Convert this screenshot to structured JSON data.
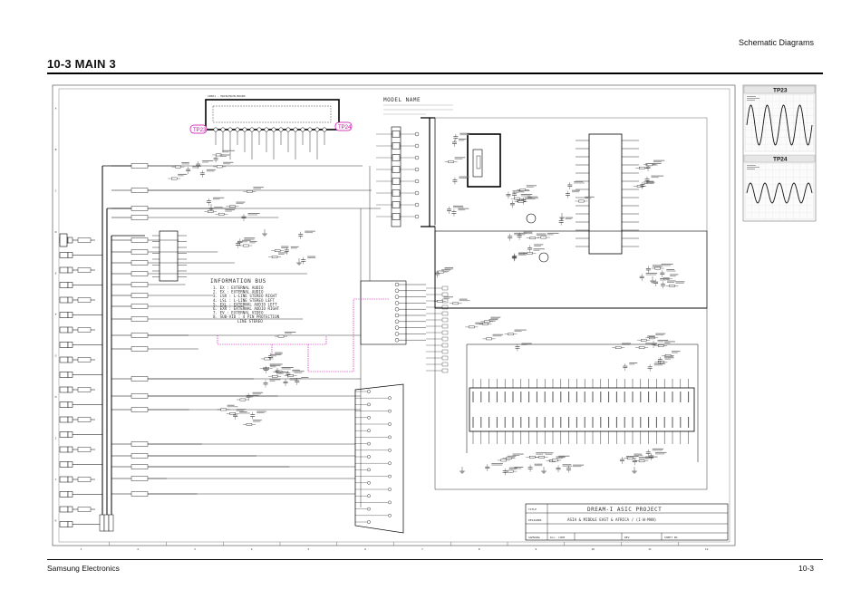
{
  "header": {
    "section_label": "Schematic Diagrams"
  },
  "page": {
    "title": "10-3 MAIN 3"
  },
  "footer": {
    "company": "Samsung Electronics",
    "page_number": "10-3"
  },
  "schematic": {
    "model_label": "MODEL NAME",
    "info_bus": {
      "title": "INFORMATION BUS",
      "lines": [
        "1. EX : EXTERNAL AUDIO",
        "2. EX : EXTERNAL AUDIO",
        "3. LSR : L-LINE STEREO RIGHT",
        "4. LSL : L-LINE STEREO LEFT",
        "5. EXL : EXTERNAL AUDIO LEFT",
        "6. EXR : EXTERNAL AUDIO RIGHT",
        "7. EV : EXTERNAL VIDEO",
        "8. SUB-VID : 4 PIN PROTECTION",
        "LINE STEREO"
      ]
    },
    "test_points": [
      "TP23",
      "TP24"
    ],
    "scopes": [
      {
        "label": "TP23"
      },
      {
        "label": "TP24"
      }
    ],
    "title_block": {
      "project": "DREAM-I ASIC PROJECT",
      "region": "ASIA & MIDDLE EAST & AFRICA / (I-W-MAN)",
      "title_lbl": "TITLE",
      "drawn_lbl": "DESIGNER",
      "company_lbl": "SAMSUNG",
      "doc_lbl": "Doc. CODE",
      "rev_lbl": "REV",
      "sheet_lbl": "SHEET NO"
    },
    "border_columns": [
      "1",
      "2",
      "3",
      "4",
      "5",
      "6",
      "7",
      "8",
      "9",
      "10",
      "11",
      "12"
    ],
    "border_rows": [
      "A",
      "B",
      "C",
      "D",
      "E",
      "F",
      "G",
      "H",
      "I",
      "J",
      "K"
    ]
  }
}
